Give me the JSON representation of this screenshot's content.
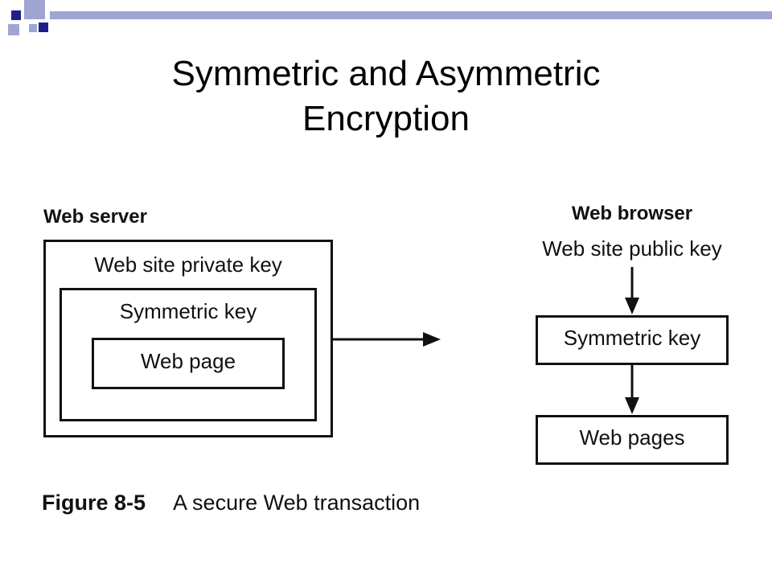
{
  "slide": {
    "title_line1": "Symmetric and Asymmetric",
    "title_line2": "Encryption",
    "theme_colors": {
      "dark": "#1f1f8c",
      "light": "#9fa6d2"
    }
  },
  "diagram": {
    "server": {
      "heading": "Web server",
      "outer_label": "Web site private key",
      "middle_label": "Symmetric key",
      "inner_label": "Web page"
    },
    "browser": {
      "heading": "Web browser",
      "public_key_label": "Web site public key",
      "symmetric_box_label": "Symmetric key",
      "pages_box_label": "Web pages"
    }
  },
  "caption": {
    "figure_number": "Figure 8-5",
    "figure_text": "A secure Web transaction"
  }
}
